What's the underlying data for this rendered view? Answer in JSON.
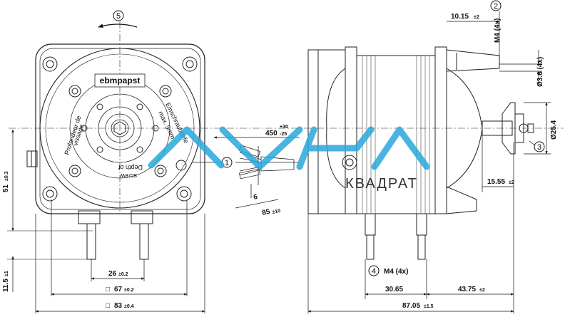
{
  "callouts": {
    "c1": "1",
    "c2": "2",
    "c3": "3",
    "c4": "4",
    "c5": "5"
  },
  "brand": "ebmpapst",
  "plate_text": {
    "left_1": "Profondeur de",
    "left_2": "vissage",
    "right_1": "Einschraubtiefe",
    "right_2": "max. 5mm",
    "bottom_1": "Depth of",
    "bottom_2": "screw"
  },
  "dimensions": {
    "d_1015": {
      "value": "10.15",
      "tol": "±2"
    },
    "d_m4_top": {
      "value": "M4 (4x)"
    },
    "d_36": {
      "value": "Ø3.6 (4x)"
    },
    "d_254": {
      "value": "Ø25.4"
    },
    "d_450": {
      "value": "450",
      "tol_up": "+30",
      "tol_down": "-25"
    },
    "d_6": {
      "value": "6"
    },
    "d_85": {
      "value": "85",
      "tol": "±10"
    },
    "d_51": {
      "value": "51",
      "tol": "±0.3"
    },
    "d_115": {
      "value": "11.5",
      "tol": "±1"
    },
    "d_26": {
      "value": "26",
      "tol": "±0.2"
    },
    "d_67": {
      "prefix": "□",
      "value": "67",
      "tol": "±0.2"
    },
    "d_83": {
      "prefix": "□",
      "value": "83",
      "tol": "±0.4"
    },
    "d_1555": {
      "value": "15.55",
      "tol": "±2"
    },
    "d_m4_bottom": {
      "value": "M4 (4x)"
    },
    "d_3065": {
      "value": "30.65"
    },
    "d_4375": {
      "value": "43.75",
      "tol": "±2"
    },
    "d_8705": {
      "value": "87.05",
      "tol": "±1.5"
    }
  },
  "watermark": {
    "word": "КВАДРАТ",
    "color": "#29a8dc"
  }
}
